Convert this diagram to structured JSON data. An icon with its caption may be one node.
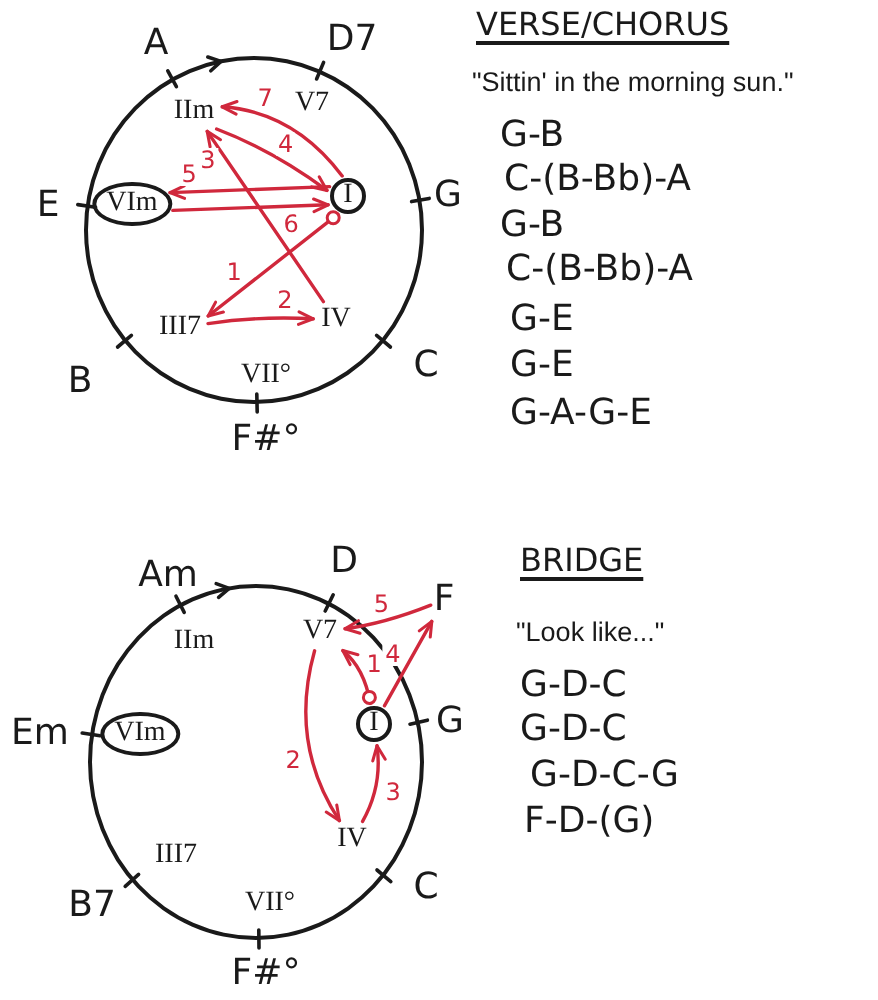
{
  "diagram": {
    "nodes": [
      {
        "text": [],
        "shape": "circle"
      },
      {
        "text": [
          "IIm"
        ],
        "in": 0
      },
      {
        "text": [
          "VIm"
        ],
        "in": 0
      },
      {
        "text": [
          "I"
        ],
        "in": 0
      },
      {
        "text": [
          "III7"
        ],
        "in": 0
      },
      {
        "text": [
          "IV"
        ],
        "in": 0
      },
      {
        "text": [],
        "shape": "circle"
      },
      {
        "text": [
          "V7"
        ],
        "in": 6
      },
      {
        "text": [
          "VIm"
        ],
        "in": 6
      },
      {
        "text": [
          "I"
        ],
        "in": 6
      },
      {
        "text": [
          "IV"
        ],
        "in": 6
      },
      {
        "text": [
          "F"
        ]
      }
    ],
    "edges": [
      {
        "from": 3,
        "to": 4,
        "arrow": "to",
        "label": "1"
      },
      {
        "from": 4,
        "to": 5,
        "arrow": "to",
        "label": "2"
      },
      {
        "from": 5,
        "to": 1,
        "arrow": "to",
        "label": "3"
      },
      {
        "from": 1,
        "to": 3,
        "arrow": "to",
        "label": "4"
      },
      {
        "from": 3,
        "to": 2,
        "arrow": "to",
        "label": "5"
      },
      {
        "from": 2,
        "to": 3,
        "arrow": "to",
        "label": "6"
      },
      {
        "from": 3,
        "to": 1,
        "arrow": "to",
        "label": "7"
      },
      {
        "from": 9,
        "to": 7,
        "arrow": "to",
        "label": "1"
      },
      {
        "from": 7,
        "to": 10,
        "arrow": "to",
        "label": "2"
      },
      {
        "from": 10,
        "to": 9,
        "arrow": "to",
        "label": "3"
      },
      {
        "from": 9,
        "to": 11,
        "arrow": "to",
        "label": "4"
      },
      {
        "from": 11,
        "to": 7,
        "arrow": "to",
        "label": "5"
      }
    ],
    "labels": [
      "A",
      "D7",
      "V7",
      "E",
      "G",
      "B",
      "C",
      "VII°",
      "F#°",
      "VERSE/CHORUS",
      "\"Sittin' in the morning sun.\"",
      "G-B",
      "C-(B-Bb)-A",
      "G-B",
      "C-(B-Bb)-A",
      "G-E",
      "G-E",
      "G-A-G-E",
      "D",
      "Am",
      "IIm",
      "Em",
      "G",
      "B7",
      "III7",
      "C",
      "VII°",
      "F#°",
      "BRIDGE",
      "\"Look like...\"",
      "G-D-C",
      "G-D-C",
      "G-D-C-G",
      "F-D-(G)"
    ]
  }
}
